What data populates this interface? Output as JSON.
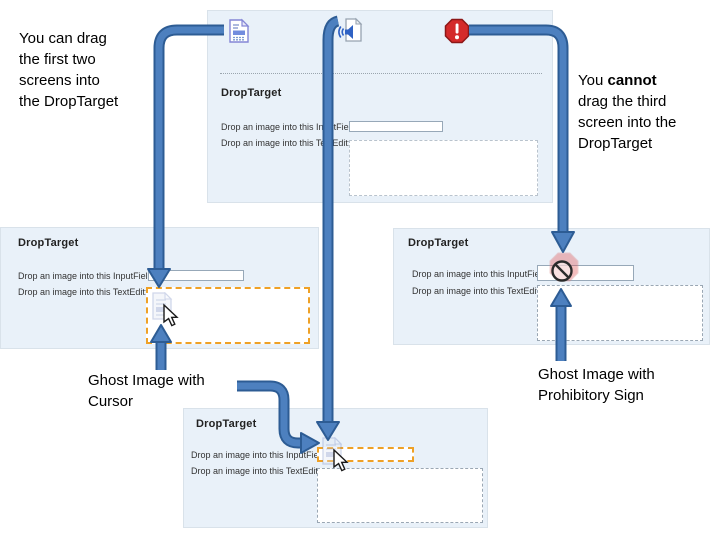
{
  "droptarget": {
    "title": "DropTarget",
    "input_label": "Drop an image into this InputField:",
    "textedit_label": "Drop an image into this TextEdit:",
    "input_value": "",
    "textedit_value": ""
  },
  "notes": {
    "left": "You can drag\nthe first two\nscreens into\nthe DropTarget",
    "right_prefix": "You ",
    "right_bold": "cannot",
    "right_rest": "\ndrag the third\nscreen into the\nDropTarget",
    "ghost_cursor": "Ghost Image with\nCursor",
    "ghost_prohibitory": "Ghost Image with\nProhibitory Sign"
  },
  "icons": {
    "screen1": "report-document-icon",
    "screen2": "audio-document-icon",
    "screen3": "stop-error-icon",
    "stop_glyph": "!"
  },
  "colors": {
    "panel_bg": "#e9f1f9",
    "arrow_fill": "#4d80bf",
    "arrow_border": "#2d5c94",
    "highlight_border": "#efa126",
    "stop_red": "#d42a2a"
  }
}
